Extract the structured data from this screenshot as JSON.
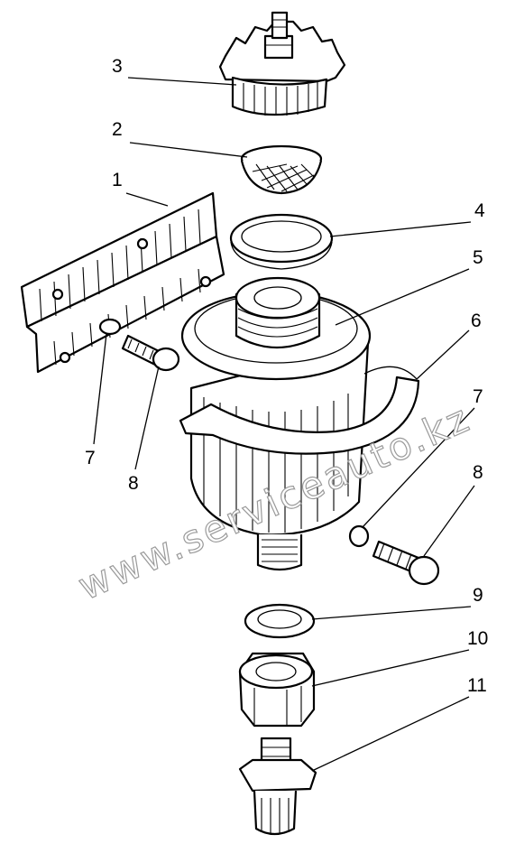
{
  "watermark": "www.serviceauto.kz",
  "callouts": {
    "c1": "1",
    "c2": "2",
    "c3": "3",
    "c4": "4",
    "c5": "5",
    "c6": "6",
    "c7_left": "7",
    "c8_left": "8",
    "c7_right": "7",
    "c8_right": "8",
    "c9": "9",
    "c10": "10",
    "c11": "11"
  }
}
